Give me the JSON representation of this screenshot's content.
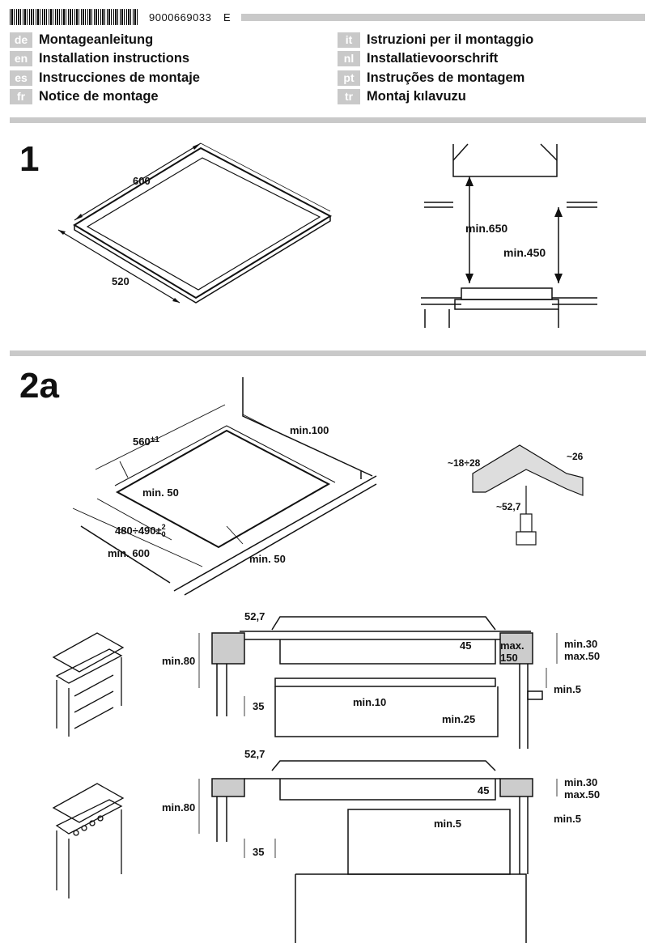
{
  "header": {
    "doc_number": "9000669033",
    "revision": "E"
  },
  "languages_left": [
    {
      "code": "de",
      "title": "Montageanleitung"
    },
    {
      "code": "en",
      "title": "Installation instructions"
    },
    {
      "code": "es",
      "title": "Instrucciones de montaje"
    },
    {
      "code": "fr",
      "title": "Notice de montage"
    }
  ],
  "languages_right": [
    {
      "code": "it",
      "title": "Istruzioni per il montaggio"
    },
    {
      "code": "nl",
      "title": "Installatievoorschrift"
    },
    {
      "code": "pt",
      "title": "Instruções de montagem"
    },
    {
      "code": "tr",
      "title": "Montaj kılavuzu"
    }
  ],
  "section1": {
    "number": "1",
    "hob_dims": {
      "width": "600",
      "depth": "520"
    },
    "hood_dims": {
      "min_650": "min.650",
      "min_450": "min.450"
    }
  },
  "section2a": {
    "number": "2a",
    "cutout": {
      "width": "560",
      "width_tol": "±1",
      "depth": "480÷490±",
      "depth_tol_upper": "2",
      "depth_tol_lower": "0",
      "min_600": "min. 600",
      "min_50_a": "min. 50",
      "min_50_b": "min. 50",
      "min_100": "min.100"
    },
    "nozzle": {
      "dim_a": "~18÷28",
      "dim_b": "~26",
      "dim_c": "~52,7"
    },
    "detail1": {
      "d527": "52,7",
      "min80": "min.80",
      "d45": "45",
      "max150_a": "max.",
      "max150_b": "150",
      "min30": "min.30",
      "max50": "max.50",
      "min5": "min.5",
      "min10": "min.10",
      "d35": "35",
      "min25": "min.25"
    },
    "detail2": {
      "d527": "52,7",
      "min80": "min.80",
      "d45": "45",
      "min30": "min.30",
      "max50": "max.50",
      "min5_a": "min.5",
      "min5_b": "min.5",
      "d35": "35"
    }
  }
}
